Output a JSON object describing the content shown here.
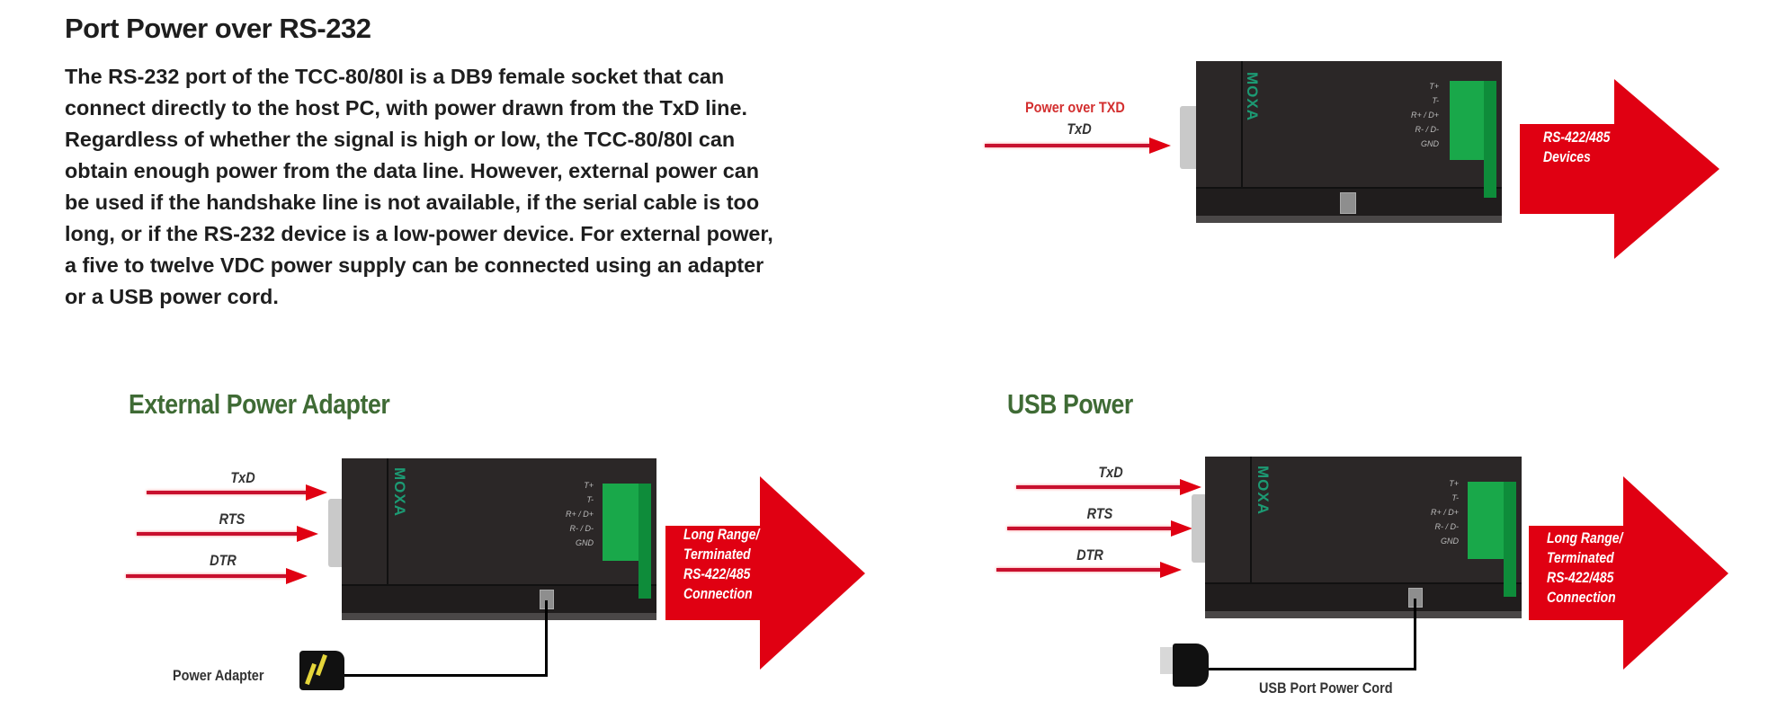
{
  "header": {
    "title": "Port Power over RS-232",
    "paragraph_lines": [
      "The RS-232 port of the TCC-80/80I is a DB9 female socket that can",
      "connect directly to the host PC, with power drawn from the TxD line.",
      "Regardless of whether the signal is high or low, the TCC-80/80I can",
      "obtain enough power from the data line. However, external power can",
      "be used if the handshake line is not available, if the serial cable is too",
      "long, or if the RS-232 device is a low-power device. For external power,",
      "a five to twelve VDC power supply can be connected using an adapter",
      "or a USB power cord."
    ]
  },
  "colors": {
    "arrow_red": "#e00012",
    "section_green": "#3f6b35",
    "device_body": "#262222",
    "terminal_green": "#19a84a",
    "moxa_teal": "#1c9a73"
  },
  "diagrams": {
    "txd_power": {
      "caption": "Power over TXD",
      "signal": "TxD",
      "device_brand": "MOXA",
      "terminal_labels": [
        "T+",
        "T-",
        "R+ / D+",
        "R- / D-",
        "GND"
      ],
      "output_lines": [
        "RS-422/485",
        "Devices"
      ]
    },
    "external_adapter": {
      "section_title": "External Power Adapter",
      "signals": [
        "TxD",
        "RTS",
        "DTR"
      ],
      "device_brand": "MOXA",
      "terminal_labels": [
        "T+",
        "T-",
        "R+ / D+",
        "R- / D-",
        "GND"
      ],
      "output_lines": [
        "Long Range/",
        "Terminated",
        "RS-422/485",
        "Connection"
      ],
      "power_label": "Power Adapter"
    },
    "usb_power": {
      "section_title": "USB Power",
      "signals": [
        "TxD",
        "RTS",
        "DTR"
      ],
      "device_brand": "MOXA",
      "terminal_labels": [
        "T+",
        "T-",
        "R+ / D+",
        "R- / D-",
        "GND"
      ],
      "output_lines": [
        "Long Range/",
        "Terminated",
        "RS-422/485",
        "Connection"
      ],
      "power_label": "USB Port Power Cord"
    }
  }
}
